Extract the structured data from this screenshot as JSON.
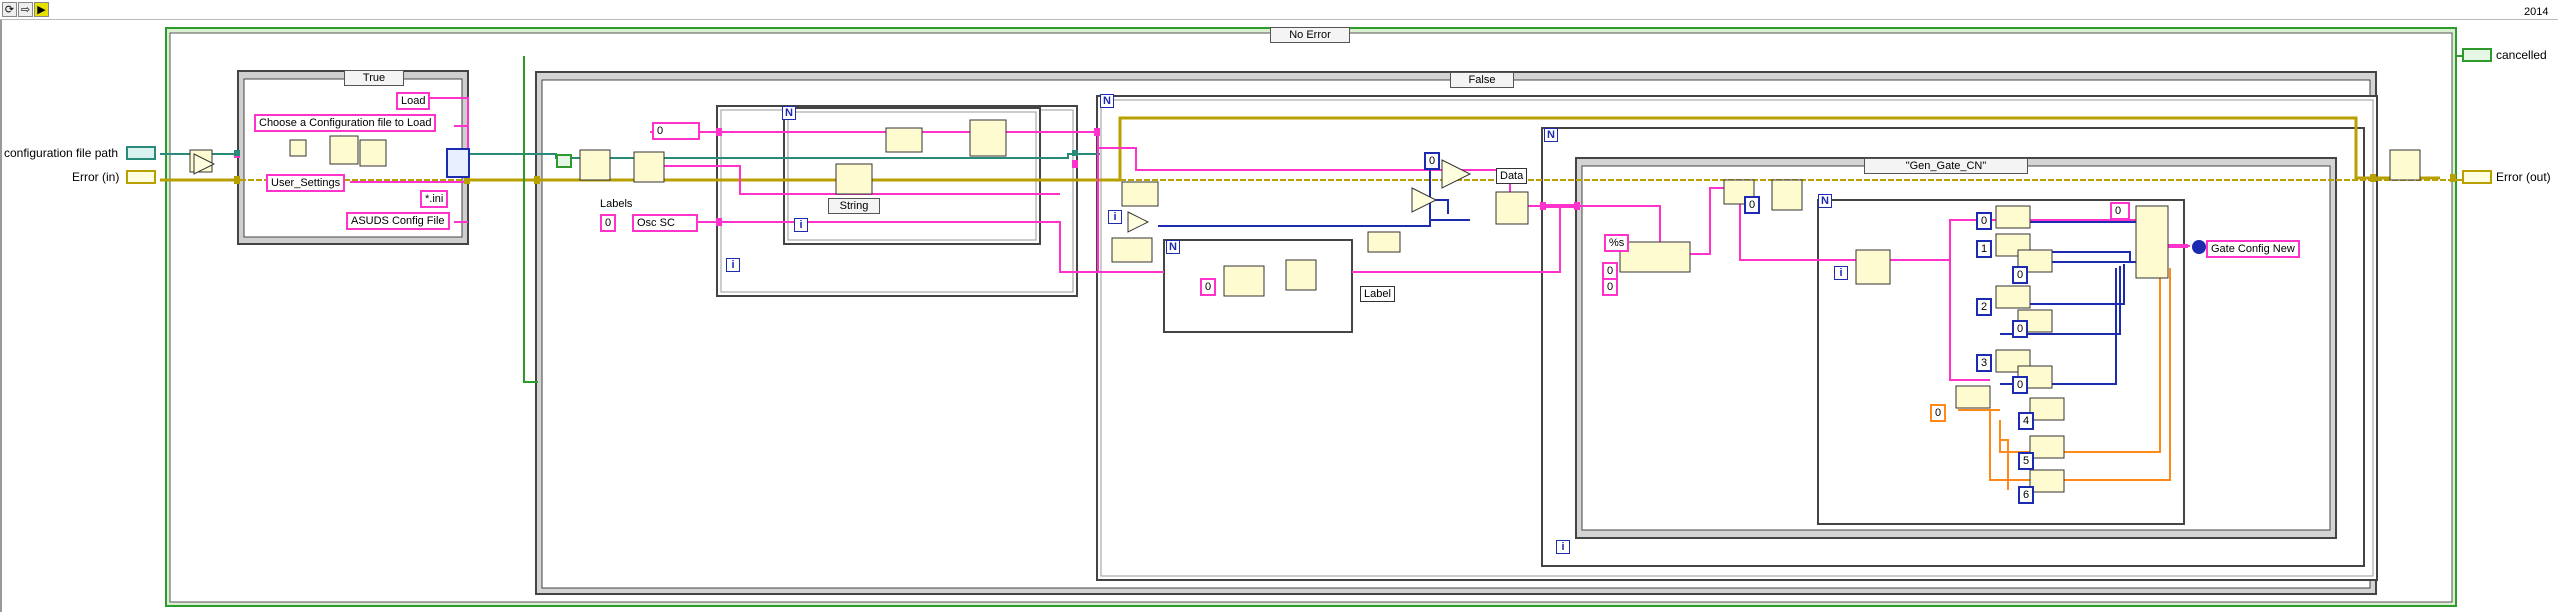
{
  "toolbar": {
    "run_icon": "run-arrow-icon",
    "continuous_icon": "run-continuously-icon",
    "abort_icon": "highlight-icon",
    "version": "2014"
  },
  "outer_case": {
    "selector": "No Error"
  },
  "init_case": {
    "selector": "True"
  },
  "inner_case": {
    "selector": "False"
  },
  "gen_case": {
    "selector": "\"Gen_Gate_CN\""
  },
  "terminals": {
    "config_path": "configuration file path",
    "error_in": "Error (in)",
    "error_out": "Error (out)",
    "cancelled": "cancelled",
    "gate_config_new": "Gate Config New"
  },
  "constants": {
    "load": "Load",
    "choose_prompt": "Choose a Configuration file to Load",
    "user_settings": "User_Settings",
    "ini_pattern": "*.ini",
    "config_file": "ASUDS Config File",
    "labels_caption": "Labels",
    "osc_sc": "Osc SC",
    "string_selector": "String",
    "label_text": "Label",
    "data_text": "Data",
    "percent_s": "%s",
    "zero": "0",
    "one": "1",
    "two": "2",
    "three": "3",
    "four": "4",
    "five": "5",
    "six": "6",
    "loop_n": "N",
    "loop_i": "i"
  },
  "colors": {
    "string_wire": "#ff33cc",
    "error_wire": "#b8a000",
    "path_wire": "#2a8a7a",
    "numeric_wire": "#1d2bb0",
    "integer_wire": "#ff8a1a",
    "bool_wire": "#2e9a2e"
  }
}
